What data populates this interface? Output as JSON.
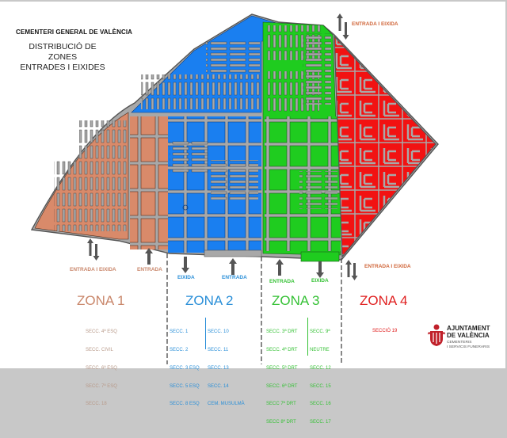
{
  "header": {
    "title": "CEMENTERI GENERAL DE VALÈNCIA",
    "subtitle_line1": "DISTRIBUCIÓ DE ZONES",
    "subtitle_line2": "ENTRADES I EIXIDES"
  },
  "colors": {
    "zona1": "#d98a6a",
    "zona2": "#1a7ff0",
    "zona3": "#1fcc1f",
    "zona4": "#f21212",
    "paths": "#a8a8a8",
    "outline": "#555555",
    "label_zona1": "#c9866a",
    "label_zona2": "#2a8fd8",
    "label_zona3": "#35c135",
    "label_zona4": "#e02020",
    "access_orange": "#d0663a"
  },
  "access_points": [
    {
      "id": "top-right",
      "label": "ENTRADA I EIXIDA",
      "icon": "arrows-up-down-icon"
    },
    {
      "id": "zona1-both",
      "label": "ENTRADA I EIXIDA",
      "icon": "arrows-up-down-icon"
    },
    {
      "id": "zona1-entry",
      "label": "ENTRADA",
      "icon": "arrow-up-icon"
    },
    {
      "id": "zona2-exit",
      "label": "EIXIDA",
      "icon": "arrow-down-icon"
    },
    {
      "id": "zona2-entry",
      "label": "ENTRADA",
      "icon": "arrow-up-icon"
    },
    {
      "id": "zona3-entry",
      "label": "ENTRADA",
      "icon": "arrow-up-icon"
    },
    {
      "id": "zona3-exit",
      "label": "EIXIDA",
      "icon": "arrow-down-icon"
    },
    {
      "id": "zona4-both",
      "label": "ENTRADA I EIXIDA",
      "icon": "arrows-up-down-icon"
    }
  ],
  "zones": [
    {
      "name": "ZONA 1",
      "sections_col1": [
        "SECC. 4ª ESQ",
        "SECC. CIVIL",
        "SECC. 6ª ESQ",
        "SECC. 7ª ESQ",
        "SECC. 18"
      ],
      "sections_col2": []
    },
    {
      "name": "ZONA 2",
      "sections_col1": [
        "SECC. 1",
        "SECC. 2",
        "SECC. 3 ESQ",
        "SECC. 5 ESQ",
        "SECC. 8 ESQ"
      ],
      "sections_col2": [
        "SECC. 10",
        "SECC. 11",
        "SECC. 13",
        "SECC. 14",
        "CEM. MUSULMÀ"
      ]
    },
    {
      "name": "ZONA 3",
      "sections_col1": [
        "SECC. 3ª DRT",
        "SECC. 4ª DRT",
        "SECC. 5ª DRT",
        "SECC. 6ª DRT",
        "SECC 7ª DRT",
        "SECC 8ª DRT"
      ],
      "sections_col2": [
        "SECC. 9ª",
        "NEUTRE",
        "SECC. 12",
        "SECC. 15",
        "SECC. 16",
        "SECC. 17"
      ]
    },
    {
      "name": "ZONA 4",
      "sections_col1": [
        "SECCIÓ 19"
      ],
      "sections_col2": []
    }
  ],
  "logo": {
    "icon": "valencia-coat-of-arms-icon",
    "name_line1": "AJUNTAMENT",
    "name_line2": "DE VALÈNCIA",
    "sub_line1": "CEMENTERIS",
    "sub_line2": "I SERVICIS FUNERARIS"
  }
}
